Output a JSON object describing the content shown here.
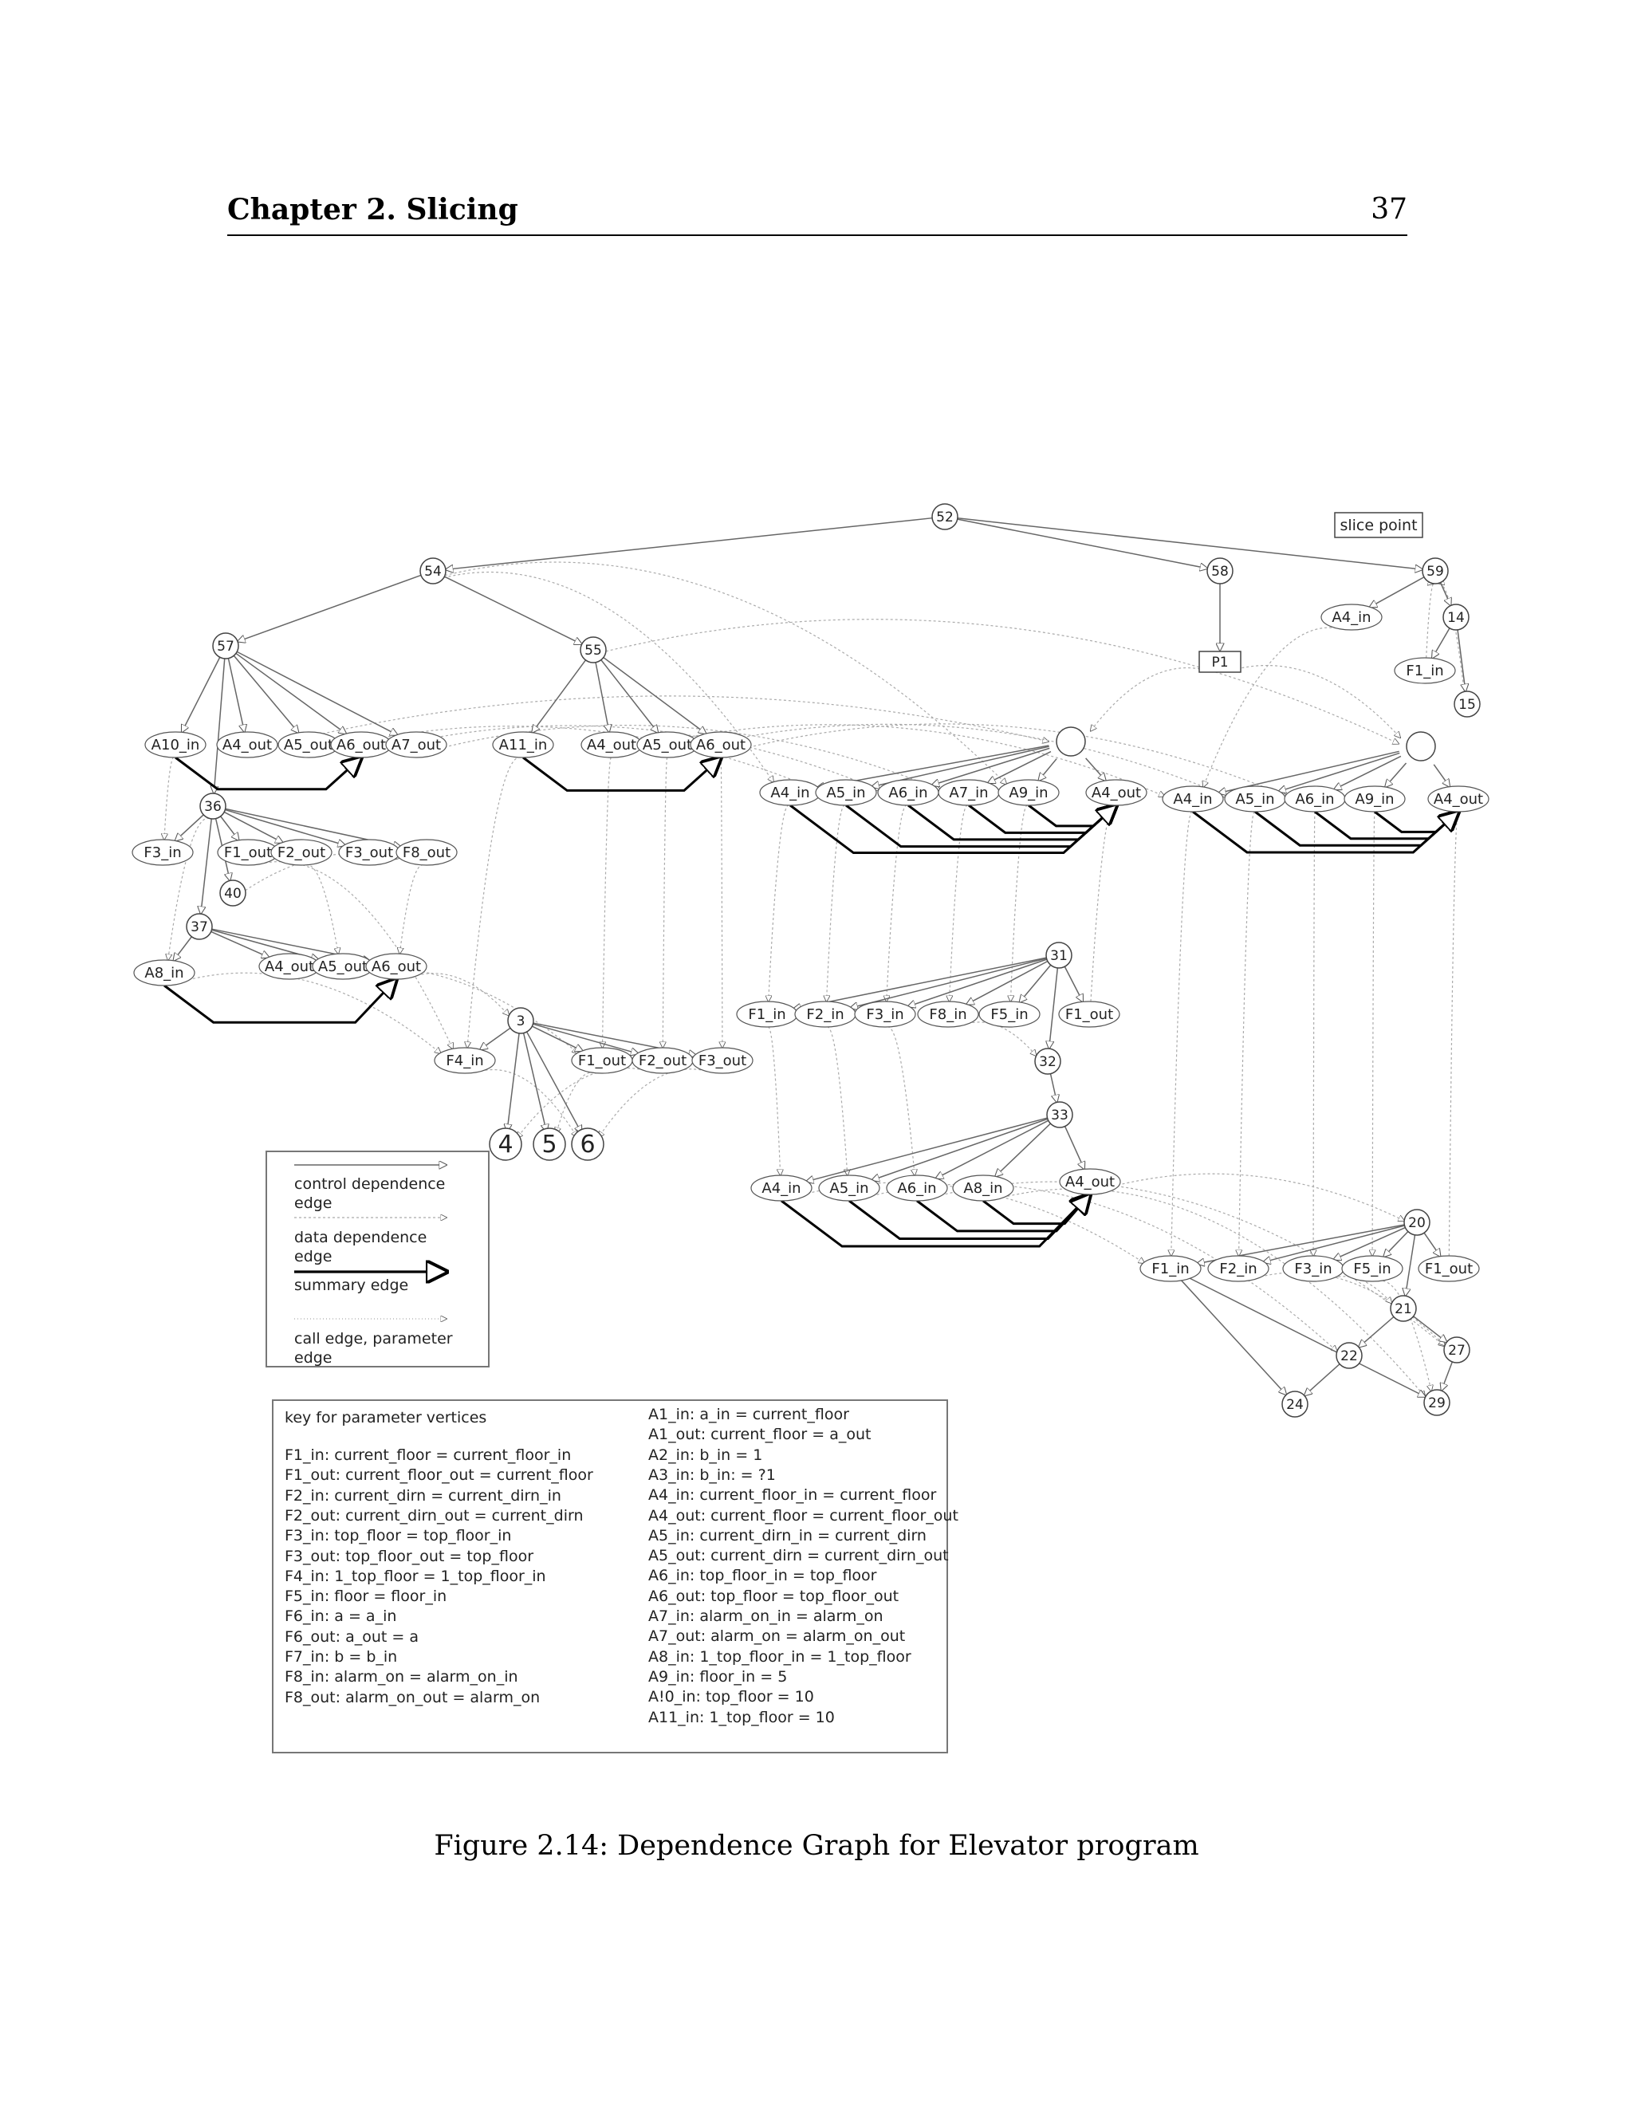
{
  "header": {
    "chapter": "Chapter 2.   Slicing",
    "page_number": "37"
  },
  "caption": "Figure 2.14: Dependence Graph for Elevator program",
  "slice_point_label": "slice point",
  "nodes": [
    {
      "id": "n52",
      "label": "52"
    },
    {
      "id": "n54",
      "label": "54"
    },
    {
      "id": "n58",
      "label": "58"
    },
    {
      "id": "n59",
      "label": "59"
    },
    {
      "id": "n14",
      "label": "14"
    },
    {
      "id": "n15",
      "label": "15"
    },
    {
      "id": "a4in_r",
      "label": "A4_in"
    },
    {
      "id": "f1in_r",
      "label": "F1_in"
    },
    {
      "id": "p1",
      "label": "P1"
    },
    {
      "id": "n57",
      "label": "57"
    },
    {
      "id": "n55",
      "label": "55"
    },
    {
      "id": "a10in",
      "label": "A10_in"
    },
    {
      "id": "a4out1",
      "label": "A4_out"
    },
    {
      "id": "a5out1",
      "label": "A5_out"
    },
    {
      "id": "a6out1",
      "label": "A6_out"
    },
    {
      "id": "a7out1",
      "label": "A7_out"
    },
    {
      "id": "a11in",
      "label": "A11_in"
    },
    {
      "id": "a4out2",
      "label": "A4_out"
    },
    {
      "id": "a5out2",
      "label": "A5_out"
    },
    {
      "id": "a6out2",
      "label": "A6_out"
    },
    {
      "id": "n36",
      "label": "36"
    },
    {
      "id": "f3in1",
      "label": "F3_in"
    },
    {
      "id": "f1out1",
      "label": "F1_out"
    },
    {
      "id": "f2out1",
      "label": "F2_out"
    },
    {
      "id": "f3out1",
      "label": "F3_out"
    },
    {
      "id": "f8out1",
      "label": "F8_out"
    },
    {
      "id": "n40",
      "label": "40"
    },
    {
      "id": "n37",
      "label": "37"
    },
    {
      "id": "a8in1",
      "label": "A8_in"
    },
    {
      "id": "a4out3",
      "label": "A4_out"
    },
    {
      "id": "a5out3",
      "label": "A5_out"
    },
    {
      "id": "a6out3",
      "label": "A6_out"
    },
    {
      "id": "n3",
      "label": "3"
    },
    {
      "id": "f4in",
      "label": "F4_in"
    },
    {
      "id": "f1out2",
      "label": "F1_out"
    },
    {
      "id": "f2out2",
      "label": "F2_out"
    },
    {
      "id": "f3out2",
      "label": "F3_out"
    },
    {
      "id": "n4",
      "label": "4"
    },
    {
      "id": "n5",
      "label": "5"
    },
    {
      "id": "n6",
      "label": "6"
    },
    {
      "id": "cm",
      "label": ""
    },
    {
      "id": "a4in_m",
      "label": "A4_in"
    },
    {
      "id": "a5in_m",
      "label": "A5_in"
    },
    {
      "id": "a6in_m",
      "label": "A6_in"
    },
    {
      "id": "a7in_m",
      "label": "A7_in"
    },
    {
      "id": "a9in_m",
      "label": "A9_in"
    },
    {
      "id": "a4out_m",
      "label": "A4_out"
    },
    {
      "id": "cr",
      "label": ""
    },
    {
      "id": "a4in_r2",
      "label": "A4_in"
    },
    {
      "id": "a5in_r2",
      "label": "A5_in"
    },
    {
      "id": "a6in_r2",
      "label": "A6_in"
    },
    {
      "id": "a9in_r2",
      "label": "A9_in"
    },
    {
      "id": "a4out_r2",
      "label": "A4_out"
    },
    {
      "id": "n31",
      "label": "31"
    },
    {
      "id": "f1in_m",
      "label": "F1_in"
    },
    {
      "id": "f2in_m",
      "label": "F2_in"
    },
    {
      "id": "f3in_m",
      "label": "F3_in"
    },
    {
      "id": "f8in_m",
      "label": "F8_in"
    },
    {
      "id": "f5in_m",
      "label": "F5_in"
    },
    {
      "id": "f1out_m",
      "label": "F1_out"
    },
    {
      "id": "n32",
      "label": "32"
    },
    {
      "id": "n33",
      "label": "33"
    },
    {
      "id": "a4in_b",
      "label": "A4_in"
    },
    {
      "id": "a5in_b",
      "label": "A5_in"
    },
    {
      "id": "a6in_b",
      "label": "A6_in"
    },
    {
      "id": "a8in_b",
      "label": "A8_in"
    },
    {
      "id": "a4out_b",
      "label": "A4_out"
    },
    {
      "id": "n20",
      "label": "20"
    },
    {
      "id": "f1in_b",
      "label": "F1_in"
    },
    {
      "id": "f2in_b",
      "label": "F2_in"
    },
    {
      "id": "f3in_b",
      "label": "F3_in"
    },
    {
      "id": "f5in_b",
      "label": "F5_in"
    },
    {
      "id": "f1out_b",
      "label": "F1_out"
    },
    {
      "id": "n21",
      "label": "21"
    },
    {
      "id": "n22",
      "label": "22"
    },
    {
      "id": "n27",
      "label": "27"
    },
    {
      "id": "n24",
      "label": "24"
    },
    {
      "id": "n29",
      "label": "29"
    }
  ],
  "legend": {
    "control": "control dependence edge",
    "data": "data dependence edge",
    "summary": "summary edge",
    "call": "call edge, parameter edge"
  },
  "key": {
    "title": "key for parameter vertices",
    "left": [
      "F1_in:   current_floor = current_floor_in",
      "F1_out: current_floor_out = current_floor",
      "F2_in:    current_dirn = current_dirn_in",
      "F2_out:  current_dirn_out = current_dirn",
      "F3_in:    top_floor = top_floor_in",
      "F3_out:  top_floor_out = top_floor",
      "F4_in:     1_top_floor = 1_top_floor_in",
      "F5_in:      floor = floor_in",
      "F6_in:      a = a_in",
      "F6_out:     a_out = a",
      "F7_in:       b = b_in",
      "F8_in:       alarm_on = alarm_on_in",
      "F8_out:      alarm_on_out = alarm_on"
    ],
    "right": [
      "A1_in:    a_in = current_floor",
      "A1_out:  current_floor = a_out",
      "A2_in:    b_in = 1",
      "A3_in: b_in: = ?1",
      "A4_in:    current_floor_in = current_floor",
      "A4_out:  current_floor = current_floor_out",
      "A5_in:     current_dirn_in = current_dirn",
      "A5_out:    current_dirn = current_dirn_out",
      "A6_in:      top_floor_in  = top_floor",
      "A6_out:    top_floor = top_floor_out",
      "A7_in:      alarm_on_in = alarm_on",
      "A7_out:    alarm_on = alarm_on_out",
      "A8_in:      1_top_floor_in = 1_top_floor",
      "A9_in:      floor_in = 5",
      "A!0_in:     top_floor = 10",
      "A11_in:     1_top_floor = 10"
    ]
  }
}
